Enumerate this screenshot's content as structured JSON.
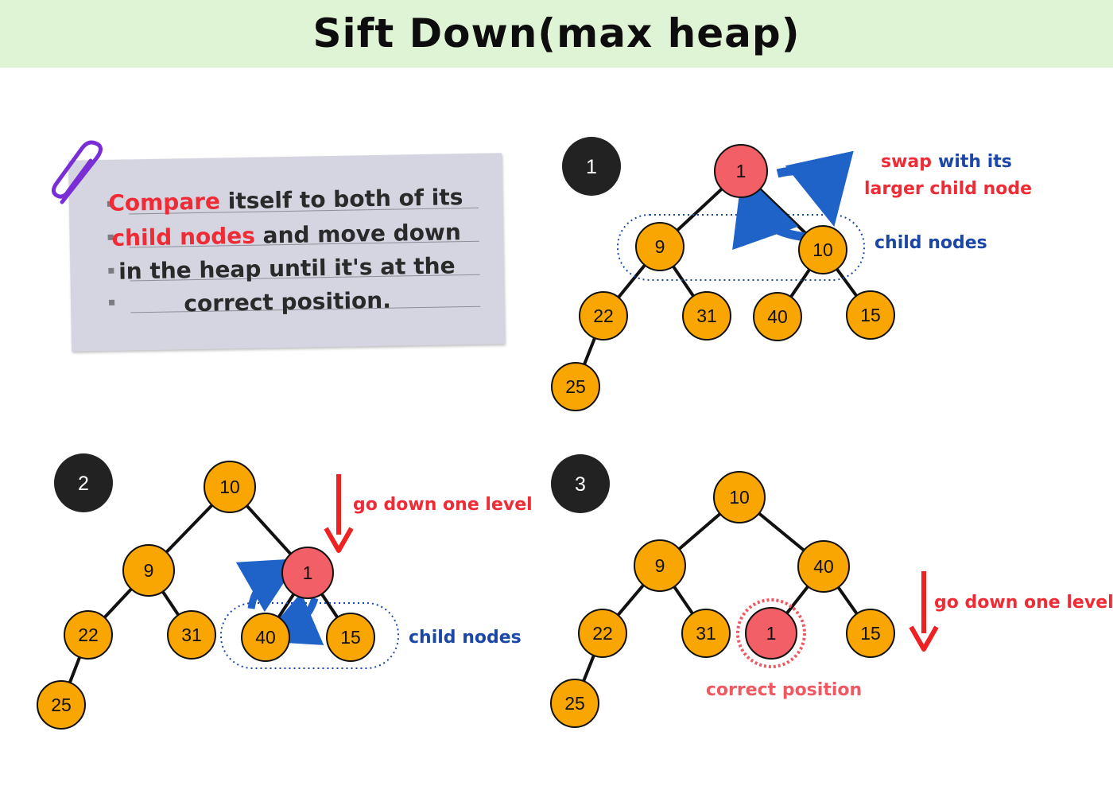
{
  "title": "Sift Down(max heap)",
  "note": {
    "lines": [
      {
        "highlight": "Compare",
        "rest": " itself to both of its"
      },
      {
        "highlight": "child nodes",
        "rest": " and move down"
      },
      {
        "highlight": "",
        "rest": "in the heap until it's at the"
      },
      {
        "highlight": "",
        "rest": "correct position."
      }
    ],
    "icon": "paperclip-icon"
  },
  "steps": [
    {
      "number": "1",
      "nodes": [
        "1",
        "9",
        "10",
        "22",
        "31",
        "40",
        "15",
        "25"
      ],
      "active_node": "1",
      "annotations": {
        "swap_red": "swap",
        "swap_blue": "with its",
        "swap_line2": "larger child node",
        "child_nodes": "child nodes"
      }
    },
    {
      "number": "2",
      "nodes": [
        "10",
        "9",
        "1",
        "22",
        "31",
        "40",
        "15",
        "25"
      ],
      "active_node": "1",
      "annotations": {
        "go_down": "go down one level",
        "child_nodes": "child nodes"
      }
    },
    {
      "number": "3",
      "nodes": [
        "10",
        "9",
        "40",
        "22",
        "31",
        "1",
        "15",
        "25"
      ],
      "active_node": "1",
      "annotations": {
        "go_down": "go down one level",
        "correct_position": "correct position"
      }
    }
  ],
  "colors": {
    "node_fill": "#f9a603",
    "active_fill": "#f25f67",
    "step_badge": "#222222",
    "annotation_red": "#ef2b35",
    "annotation_blue": "#1b47a8",
    "correct_position": "#ef5a62",
    "title_bar": "#dff3d5"
  }
}
